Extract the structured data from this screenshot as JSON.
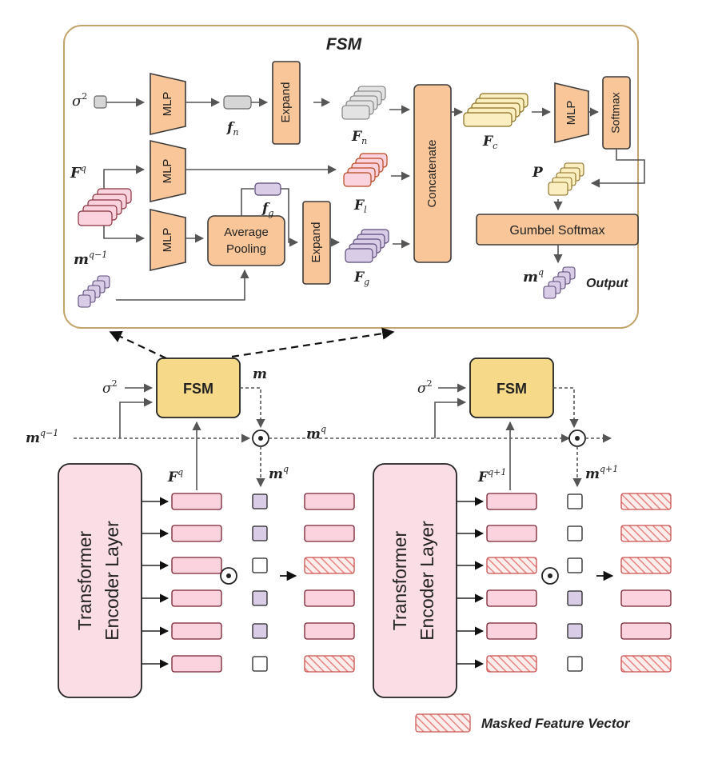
{
  "fsm_detail": {
    "title": "FSM",
    "mlp1": "MLP",
    "mlp2": "MLP",
    "mlp3": "MLP",
    "mlp4": "MLP",
    "expand1": "Expand",
    "expand2": "Expand",
    "avg_pool_line1": "Average",
    "avg_pool_line2": "Pooling",
    "concatenate": "Concatenate",
    "softmax": "Softmax",
    "gumbel_softmax": "Gumbel Softmax",
    "output_label": "Output",
    "sigma_label": "σ",
    "sigma_exp": "2",
    "fn_label": "f",
    "fn_sub": "n",
    "Fn_label": "F",
    "Fn_sub": "n",
    "Fq_label": "F",
    "Fq_sup": "q",
    "Fl_label": "F",
    "Fl_sub": "l",
    "fg_label": "f",
    "fg_sub": "g",
    "Fg_label": "F",
    "Fg_sub": "g",
    "mqm1_label": "m",
    "mqm1_sup": "q−1",
    "Fc_label": "F",
    "Fc_sub": "c",
    "P_label": "P",
    "mq_label": "m",
    "mq_sup": "q"
  },
  "pipeline": {
    "fsm1": "FSM",
    "fsm2": "FSM",
    "encoder1_line1": "Transformer",
    "encoder1_line2": "Encoder Layer",
    "encoder2_line1": "Transformer",
    "encoder2_line2": "Encoder Layer",
    "sigma1": "σ",
    "sigma1_exp": "2",
    "sigma2": "σ",
    "sigma2_exp": "2",
    "m_label": "m",
    "mqm1_left": "m",
    "mqm1_left_sup": "q−1",
    "mq_mid": "m",
    "mq_mid_sup": "q",
    "Fq_label": "F",
    "Fq_sup": "q",
    "mq_down": "m",
    "mq_down_sup": "q",
    "Fq1_label": "F",
    "Fq1_sup": "q+1",
    "mq1_down": "m",
    "mq1_down_sup": "q+1",
    "op_symbol": "⊙",
    "mask1": [
      true,
      true,
      false,
      true,
      true,
      false
    ],
    "mask2": [
      false,
      false,
      false,
      true,
      true,
      false
    ],
    "features2_masked": [
      false,
      false,
      true,
      false,
      false,
      true
    ]
  },
  "legend": {
    "masked_label": "Masked Feature Vector"
  },
  "colors": {
    "orange_fill": "#f9c69a",
    "orange_stroke": "#3a3a3a",
    "yellow_fill": "#f7d98a",
    "pink_fill": "#fbdde6",
    "feature_fill": "#fbd3df",
    "feature_stroke": "#8a2f3c",
    "purple_fill": "#d8cce6",
    "panel_border": "#c2a46c",
    "hatch": "#e8837f"
  }
}
